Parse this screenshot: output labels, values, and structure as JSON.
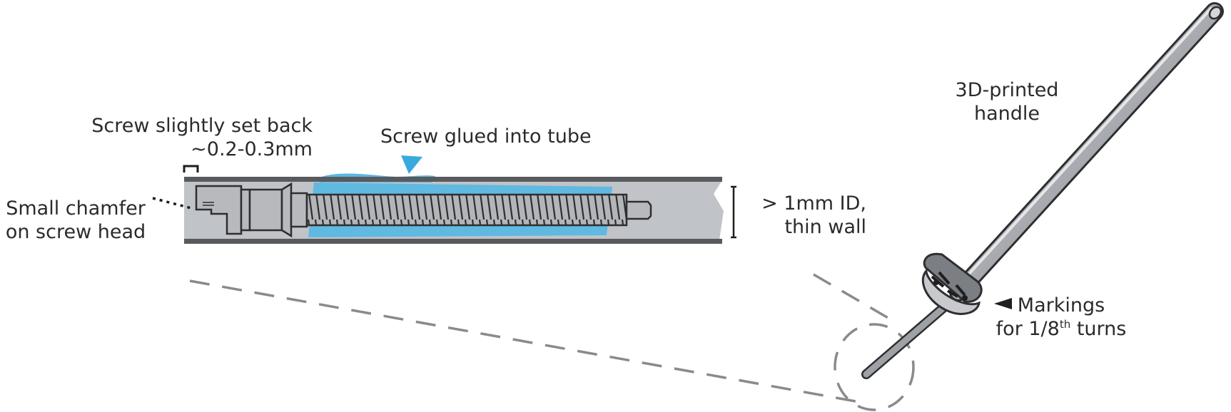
{
  "labels": {
    "set_back_line1": "Screw slightly set back",
    "set_back_line2": "~0.2-0.3mm",
    "glued": "Screw glued into tube",
    "chamfer_line1": "Small chamfer",
    "chamfer_line2": "on screw head",
    "id_line1": "> 1mm ID,",
    "id_line2": "thin wall",
    "handle_line1": "3D-printed",
    "handle_line2": "handle",
    "markings_line1": "Markings",
    "markings_line2_pre": "for 1/8",
    "markings_sup": "th",
    "markings_line2_post": " turns"
  },
  "colors": {
    "glue": "#5ab8e2",
    "tube_fill": "#c0c3c8",
    "tube_wall": "#595a5e",
    "screw_fill": "#b7b9bc",
    "outline": "#2e2e30",
    "text": "#2b2b2b",
    "dash": "#8a8a8d"
  }
}
